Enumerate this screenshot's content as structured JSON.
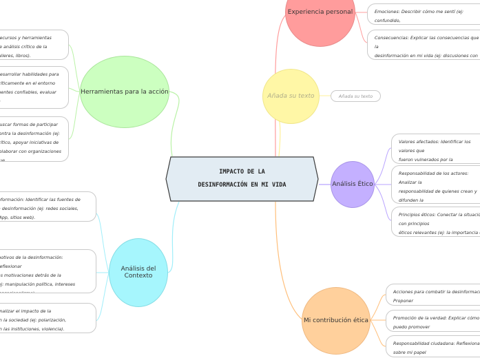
{
  "central": {
    "line1": "IMPACTO DE LA",
    "line2": "DESINFORMACIÓN EN MI VIDA"
  },
  "branches": {
    "experiencia": {
      "label": "Experiencia personal",
      "color": "#ff9c9c",
      "items": [
        "Emociones: Describir cómo me sentí (ej: confundido,\nenojado, vulnerable)",
        "Consecuencias: Explicar las consecuencias que tuvo la\ndesinformación en mi vida (ej: discusiones con familiares o\namigos, pérdida de confianza en ciertas fuentes)."
      ]
    },
    "anada": {
      "label": "Añada su texto",
      "color": "#fff7a6",
      "items": [
        "Añada su texto"
      ]
    },
    "etico": {
      "label": "Análisis Ético",
      "color": "#c4b0ff",
      "items": [
        "Valores afectados: Identificar los valores que\nfueron vulnerados por la desinformación (ej: la verdad,\nla confianza, el respeto).",
        "Responsabilidad de los actores: Analizar la\nresponsabilidad de quienes crean y difunden la\ndesinformación (ej: medios de comunicación, usuarios\nde redes sociales, influencers).",
        "Principios éticos: Conectar la situación con principios\néticos relevantes (ej: la importancia de la veracidad,\nel derecho a la información veraz)."
      ]
    },
    "contribucion": {
      "label": "Mi contribución ética",
      "color": "#ffd09c",
      "items": [
        "Acciones para combatir la desinformación: Proponer\ncómo puedo contribuir a combatir la desinformación.",
        "Promoción de la verdad: Explicar cómo puedo promover\nla verdad y la información responsable.",
        "Responsabilidad ciudadana: Reflexionar sobre mi papel\ncomo ciudadano responsable en el ecosistema digital."
      ]
    },
    "herramientas": {
      "label": "Herramientas para la acción",
      "color": "#ccffc0",
      "items": [
        "Recursos y herramientas\nde análisis crítico de la\n talleres, libros).",
        "Desarrollar habilidades para\n críticamente en el entorno\nfuentes confiables, evaluar la\n, usar herramientas de",
        "Buscar formas de participar\n contra la desinformación (ej:\n crítico, apoyar iniciativas de\n colaborar con organizaciones que\n responsable)."
      ]
    },
    "contexto": {
      "label": "Análisis del Contexto",
      "color": "#a6f6fd",
      "items": [
        "Información: Identificar las fuentes de\n la desinformación (ej: redes sociales,\nsApp, sitios web).",
        "motivos de la desinformación: Reflexionar\n las motivaciones detrás de la\n (ej: manipulación política, intereses\n sensacionalismo).",
        "Analizar el impacto de la\n en la sociedad (ej: polarización,\nen las instituciones, violencia)."
      ]
    }
  }
}
